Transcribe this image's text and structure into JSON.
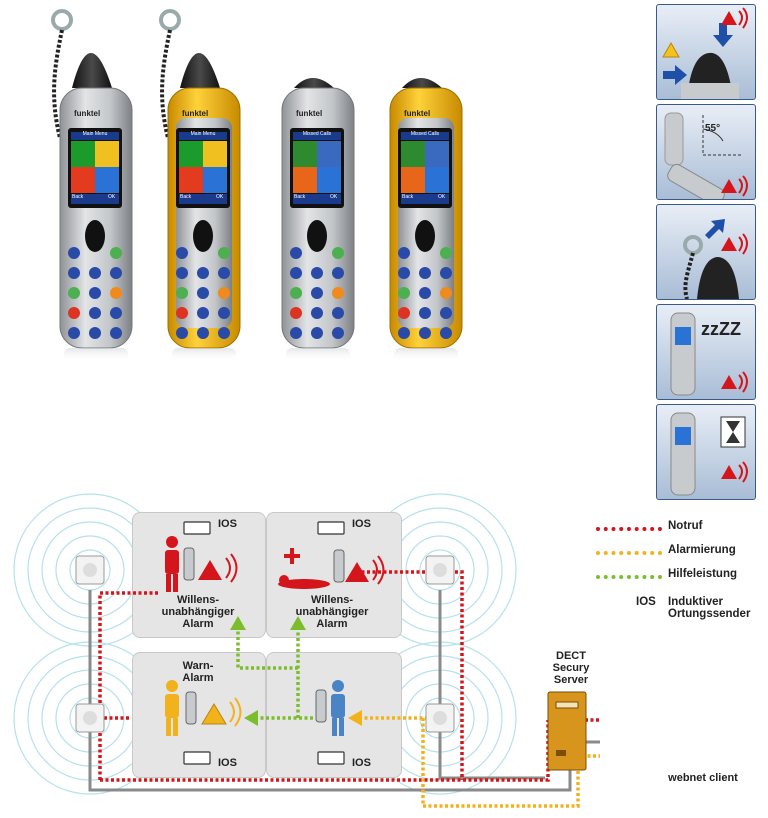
{
  "phone_ui": {
    "brand": "funktel",
    "screen1_title": "Main Menu",
    "screen2_title": "Missed Calls",
    "softkey_left": "Back",
    "softkey_right": "OK"
  },
  "diagram": {
    "ios": "IOS",
    "room_willens_1": "Willens-",
    "room_willens_2": "unabhängiger",
    "room_willens_3": "Alarm",
    "room_warn_1": "Warn-",
    "room_warn_2": "Alarm",
    "server_1": "DECT",
    "server_2": "Secury",
    "server_3": "Server",
    "client": "webnet client"
  },
  "legend": {
    "notruf": "Notruf",
    "alarmierung": "Alarmierung",
    "hilfeleistung": "Hilfeleistung",
    "ios_key": "IOS",
    "ios_desc_1": "Induktiver",
    "ios_desc_2": "Ortungssender"
  },
  "side_panels": {
    "angle": "55°",
    "sleep": "zzZZ"
  },
  "colors": {
    "notruf": "#d4161c",
    "alarmierung": "#f2b21c",
    "hilfeleistung": "#7cbd2e",
    "wires": "#8a8a8a",
    "phone_silver": "#b9bcc0",
    "phone_yellow": "#f0b400"
  }
}
